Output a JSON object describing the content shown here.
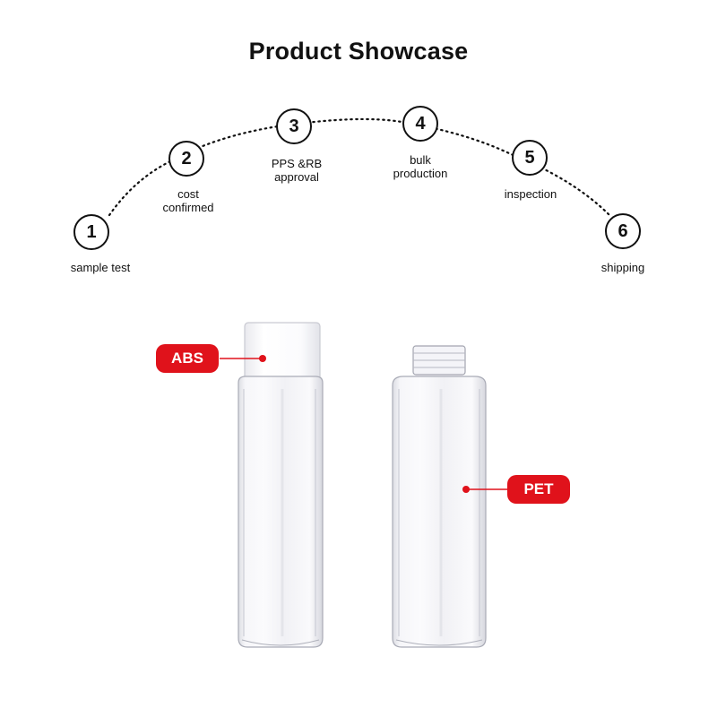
{
  "title": "Product Showcase",
  "steps": [
    {
      "number": "1",
      "label": "sample test"
    },
    {
      "number": "2",
      "label": "cost\nconfirmed"
    },
    {
      "number": "3",
      "label": "PPS &RB\napproval"
    },
    {
      "number": "4",
      "label": "bulk\nproduction"
    },
    {
      "number": "5",
      "label": "inspection"
    },
    {
      "number": "6",
      "label": "shipping"
    }
  ],
  "materials": {
    "cap_label": "ABS",
    "bottle_label": "PET"
  },
  "colors": {
    "tag_red": "#e0121b",
    "line_dark": "#111111"
  }
}
